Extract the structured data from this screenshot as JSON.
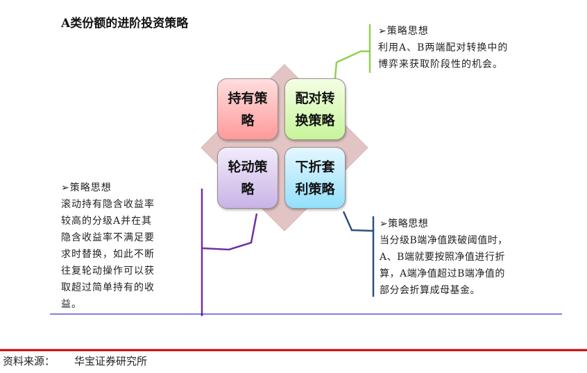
{
  "title": "A类份额的进阶投资策略",
  "quadrants": [
    {
      "label": "持有策略",
      "color": "#ffb3b3"
    },
    {
      "label": "配对转换策略",
      "color": "#d6f7b4"
    },
    {
      "label": "轮动策略",
      "color": "#d8c8ee"
    },
    {
      "label": "下折套利策略",
      "color": "#b4ecfd"
    }
  ],
  "notes": {
    "pair": {
      "heading": "➢策略思想",
      "lines": [
        "利用A、B两端配对转换中的",
        "博弈来获取阶段性的机会。"
      ]
    },
    "rotation": {
      "heading": "➢策略思想",
      "lines": [
        "滚动持有隐含收益率",
        "较高的分级A并在其",
        "隐含收益率不满足要",
        "求时替换，如此不断",
        "往复轮动操作可以获",
        "取超过简单持有的收",
        "益。"
      ]
    },
    "arbitrage": {
      "heading": "➢策略思想",
      "lines": [
        "当分级B端净值跌破阈值时，",
        "A、B端就要按照净值进行折",
        "算，A端净值超过B端净值的",
        "部分会折算成母基金。"
      ]
    }
  },
  "source": {
    "label": "资料来源：",
    "org": "华宝证券研究所"
  },
  "colors": {
    "green_line": "#92d050",
    "purple_line": "#7030a0",
    "blue_line": "#1f3864",
    "diamond": "#e2c4c4",
    "rule_red": "#c00000",
    "rule_blue": "#0000c0"
  }
}
